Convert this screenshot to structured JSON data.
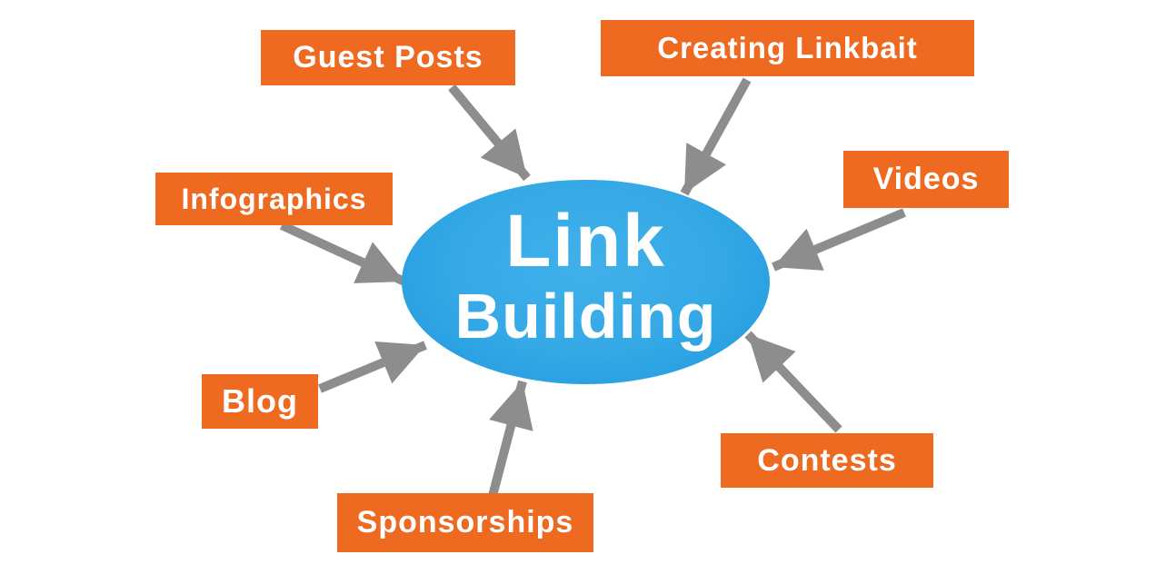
{
  "diagram": {
    "type": "hub-and-spoke",
    "center": {
      "title_line1": "Link",
      "title_line2": "Building"
    },
    "nodes": [
      {
        "id": "guest-posts",
        "label": "Guest Posts"
      },
      {
        "id": "creating-linkbait",
        "label": "Creating Linkbait"
      },
      {
        "id": "videos",
        "label": "Videos"
      },
      {
        "id": "infographics",
        "label": "Infographics"
      },
      {
        "id": "blog",
        "label": "Blog"
      },
      {
        "id": "sponsorships",
        "label": "Sponsorships"
      },
      {
        "id": "contests",
        "label": "Contests"
      }
    ],
    "arrows": [
      {
        "from": "guest-posts",
        "to": "center",
        "direction": "down-right"
      },
      {
        "from": "creating-linkbait",
        "to": "center",
        "direction": "down-left"
      },
      {
        "from": "videos",
        "to": "center",
        "direction": "down-left"
      },
      {
        "from": "infographics",
        "to": "center",
        "direction": "down-right"
      },
      {
        "from": "blog",
        "to": "center",
        "direction": "up-right"
      },
      {
        "from": "sponsorships",
        "to": "center",
        "direction": "up"
      },
      {
        "from": "contests",
        "to": "center",
        "direction": "up-left"
      }
    ],
    "colors": {
      "node_background": "#ef6a21",
      "node_text": "#ffffff",
      "center_fill": "#35a9e6",
      "center_rim": "#158ad5",
      "center_text": "#ffffff",
      "arrow": "#8d8d8d",
      "background": "#ffffff"
    }
  }
}
